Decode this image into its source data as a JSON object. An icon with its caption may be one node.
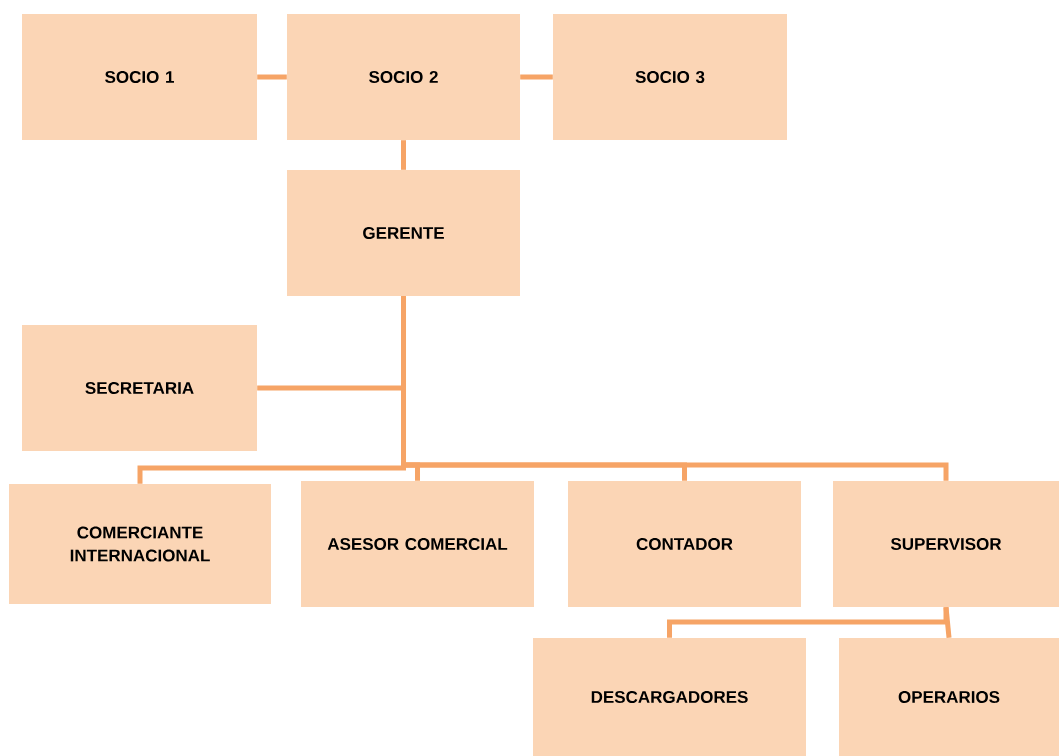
{
  "diagram": {
    "nodes": [
      {
        "text": [
          "SOCIO 1"
        ]
      },
      {
        "text": [
          "SOCIO 2"
        ]
      },
      {
        "text": [
          "SOCIO 3"
        ]
      },
      {
        "text": [
          "GERENTE"
        ]
      },
      {
        "text": [
          "SECRETARIA"
        ]
      },
      {
        "text": [
          "COMERCIANTE INTERNACIONAL"
        ]
      },
      {
        "text": [
          "ASESOR COMERCIAL"
        ]
      },
      {
        "text": [
          "CONTADOR"
        ]
      },
      {
        "text": [
          "SUPERVISOR"
        ]
      },
      {
        "text": [
          "DESCARGADORES"
        ]
      },
      {
        "text": [
          "OPERARIOS"
        ]
      }
    ],
    "edges": [
      {
        "from": 0,
        "to": 1,
        "arrow": "none"
      },
      {
        "from": 1,
        "to": 2,
        "arrow": "none"
      },
      {
        "from": 1,
        "to": 3,
        "arrow": "none"
      },
      {
        "from": 3,
        "to": 4,
        "arrow": "none"
      },
      {
        "from": 3,
        "to": 5,
        "arrow": "none"
      },
      {
        "from": 3,
        "to": 6,
        "arrow": "none"
      },
      {
        "from": 3,
        "to": 7,
        "arrow": "none"
      },
      {
        "from": 3,
        "to": 8,
        "arrow": "none"
      },
      {
        "from": 8,
        "to": 9,
        "arrow": "none"
      },
      {
        "from": 8,
        "to": 10,
        "arrow": "none"
      }
    ]
  }
}
